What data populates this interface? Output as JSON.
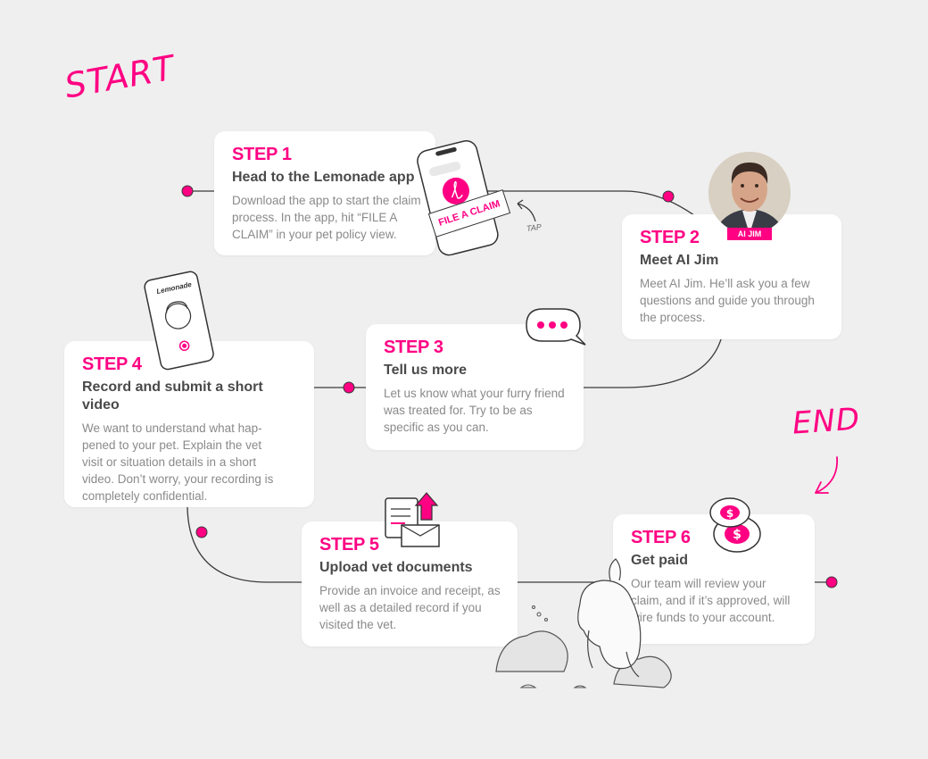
{
  "labels": {
    "start": "START",
    "end": "END",
    "tap": "TAP",
    "file_a_claim": "FILE A CLAIM",
    "ai_jim_badge": "AI JIM",
    "phone_brand": "Lemonade"
  },
  "steps": [
    {
      "number": "STEP 1",
      "title": "Head to the Lemonade app",
      "description": "Download the app to start the claim process. In the app, hit “FILE A CLAIM” in your pet policy view."
    },
    {
      "number": "STEP 2",
      "title": "Meet AI Jim",
      "description": "Meet AI Jim. He’ll ask you a few questions and guide you through the process."
    },
    {
      "number": "STEP 3",
      "title": "Tell us more",
      "description": "Let us know what your furry friend was treated for. Try to be as specific as you can."
    },
    {
      "number": "STEP 4",
      "title": "Record and submit a short video",
      "description": "We want to understand what hap-pened to your pet. Explain the vet visit or situation details in a short video. Don’t worry, your recording is completely confidential."
    },
    {
      "number": "STEP 5",
      "title": "Upload vet documents",
      "description": "Provide an invoice and receipt, as well as a detailed record if you visited the vet."
    },
    {
      "number": "STEP 6",
      "title": "Get paid",
      "description": "Our team will review your claim, and if it’s approved, will wire funds to your account."
    }
  ],
  "colors": {
    "accent": "#ff0083",
    "background": "#efefef",
    "card": "#ffffff",
    "line": "#3a3a3a"
  },
  "icons": [
    "phone-icon",
    "lemonade-logo-icon",
    "avatar",
    "chat-bubble-icon",
    "phone-video-icon",
    "document-upload-icon",
    "coins-icon",
    "dog-illustration",
    "arrow-icon"
  ]
}
